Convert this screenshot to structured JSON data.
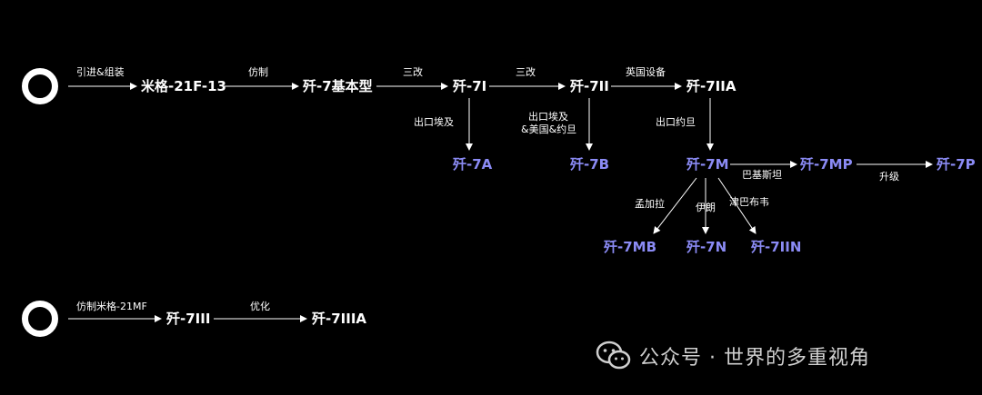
{
  "nodes": {
    "mig21f13": "米格-21F-13",
    "j7_basic": "歼-7基本型",
    "j7i": "歼-7I",
    "j7ii": "歼-7II",
    "j7iia": "歼-7IIA",
    "j7a": "歼-7A",
    "j7b": "歼-7B",
    "j7m": "歼-7M",
    "j7mp": "歼-7MP",
    "j7p": "歼-7P",
    "j7mb": "歼-7MB",
    "j7n": "歼-7N",
    "j7iin": "歼-7IIN",
    "j7iii": "歼-7III",
    "j7iiia": "歼-7IIIA"
  },
  "edges": {
    "import_assemble": "引进&组装",
    "copy": "仿制",
    "mod3_a": "三改",
    "mod3_b": "三改",
    "uk_equip": "英国设备",
    "export_egypt": "出口埃及",
    "export_egypt_us_jordan_1": "出口埃及",
    "export_egypt_us_jordan_2": "&美国&约旦",
    "export_jordan": "出口约旦",
    "pakistan": "巴基斯坦",
    "upgrade": "升级",
    "bangladesh": "孟加拉",
    "iran": "伊朗",
    "zimbabwe": "津巴布韦",
    "copy_mig21mf": "仿制米格-21MF",
    "optimize": "优化"
  },
  "colors": {
    "background": "#000000",
    "primary_node": "#ffffff",
    "export_node": "#8b8bf5",
    "line": "#ffffff"
  },
  "watermark": {
    "icon": "wechat-icon",
    "text": "公众号 · 世界的多重视角"
  }
}
